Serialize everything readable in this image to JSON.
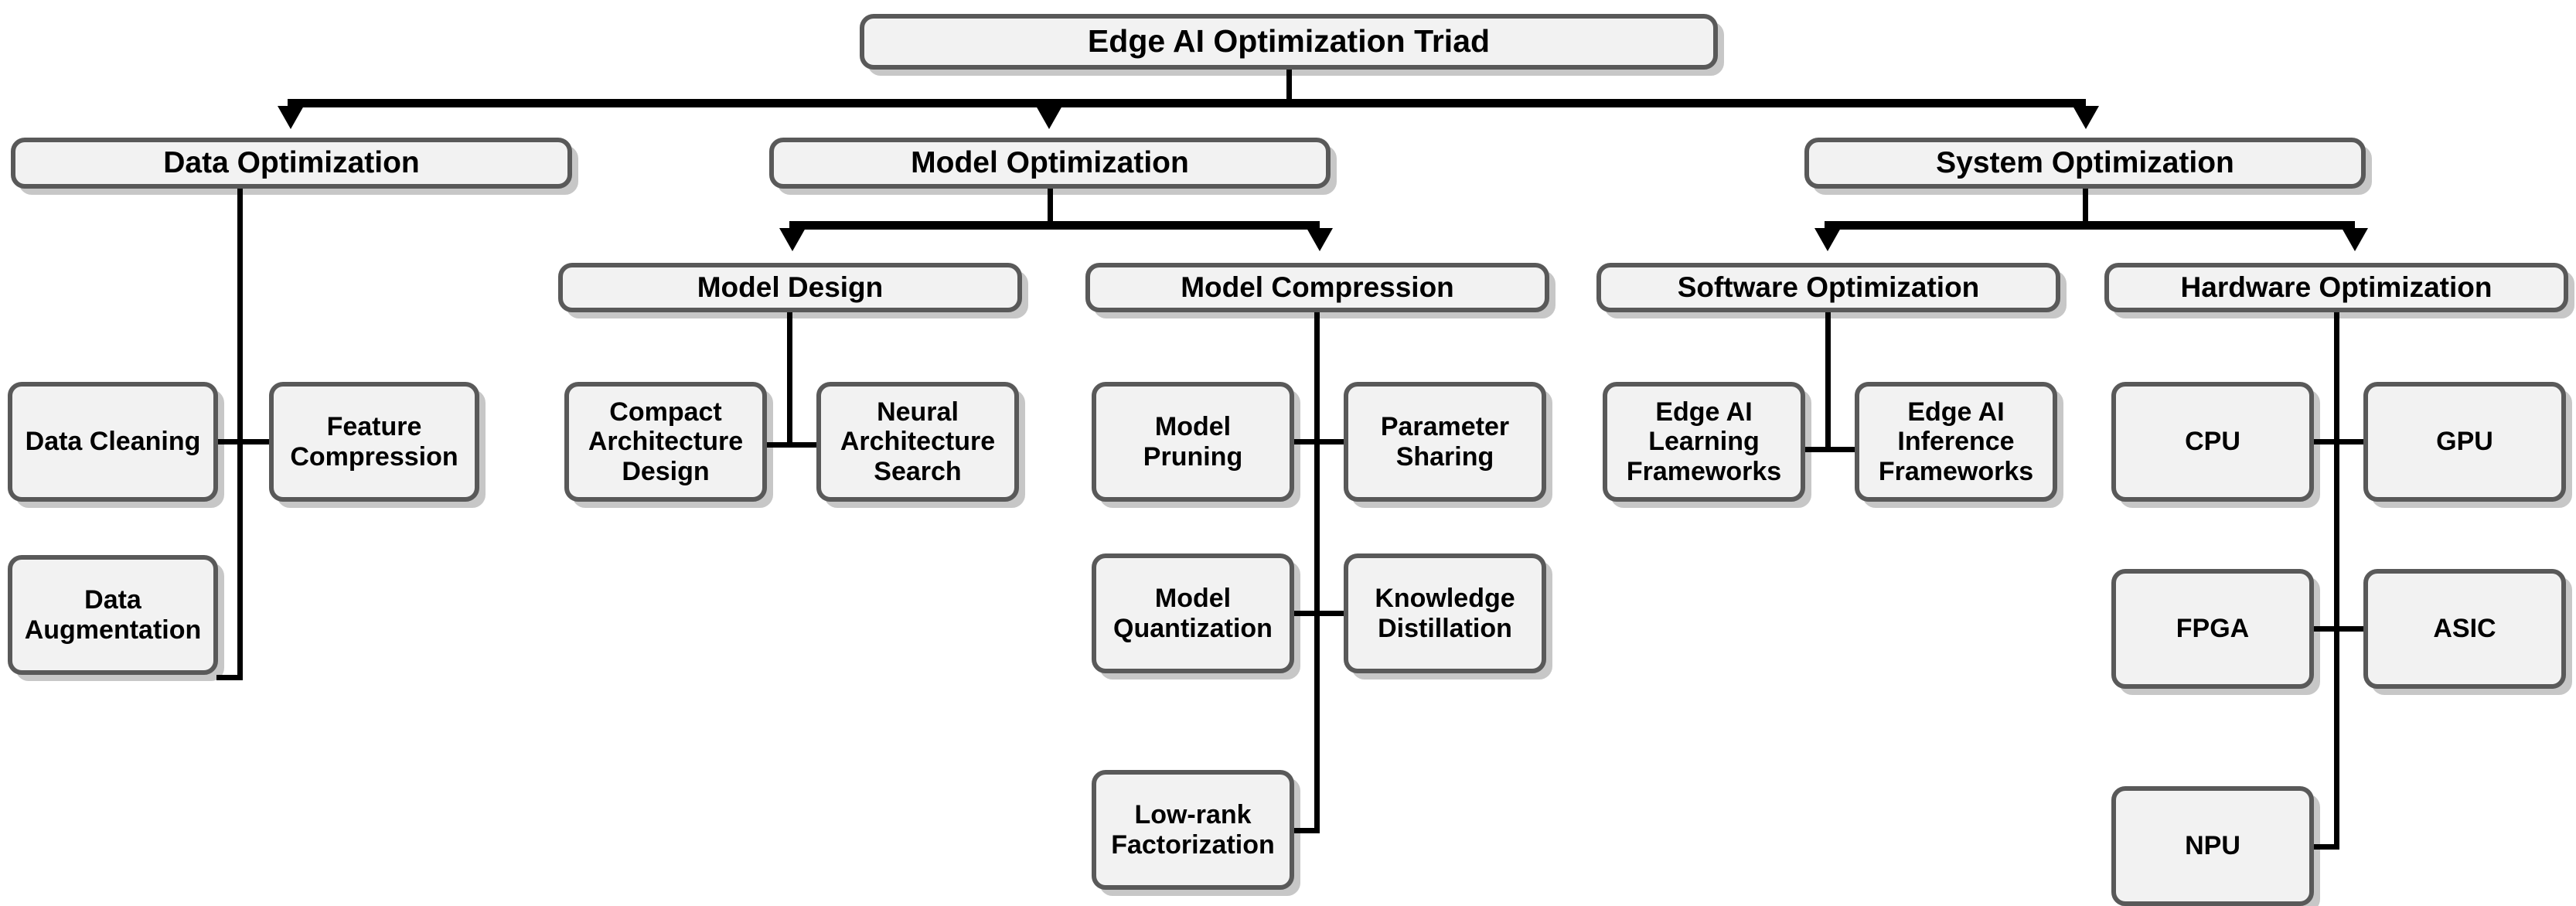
{
  "diagram": {
    "title": "Edge AI Optimization Triad",
    "type": "tree-hierarchy",
    "colors": {
      "node_fill": "#F2F2F2",
      "node_border": "#595959",
      "connector": "#000000",
      "text": "#000000",
      "background": "#FFFFFF"
    },
    "root": {
      "label": "Edge AI Optimization Triad"
    },
    "branches": [
      {
        "id": "data-optimization",
        "label": "Data Optimization",
        "children": [
          {
            "label": "Data Cleaning"
          },
          {
            "label": "Feature Compression"
          },
          {
            "label": "Data Augmentation"
          }
        ]
      },
      {
        "id": "model-optimization",
        "label": "Model Optimization",
        "groups": [
          {
            "id": "model-design",
            "label": "Model Design",
            "children": [
              {
                "label": "Compact Architecture Design"
              },
              {
                "label": "Neural Architecture Search"
              }
            ]
          },
          {
            "id": "model-compression",
            "label": "Model Compression",
            "children": [
              {
                "label": "Model Pruning"
              },
              {
                "label": "Parameter Sharing"
              },
              {
                "label": "Model Quantization"
              },
              {
                "label": "Knowledge Distillation"
              },
              {
                "label": "Low-rank Factorization"
              }
            ]
          }
        ]
      },
      {
        "id": "system-optimization",
        "label": "System Optimization",
        "groups": [
          {
            "id": "software-optimization",
            "label": "Software Optimization",
            "children": [
              {
                "label": "Edge AI Learning Frameworks"
              },
              {
                "label": "Edge AI Inference Frameworks"
              }
            ]
          },
          {
            "id": "hardware-optimization",
            "label": "Hardware Optimization",
            "children": [
              {
                "label": "CPU"
              },
              {
                "label": "GPU"
              },
              {
                "label": "FPGA"
              },
              {
                "label": "ASIC"
              },
              {
                "label": "NPU"
              }
            ]
          }
        ]
      }
    ]
  }
}
